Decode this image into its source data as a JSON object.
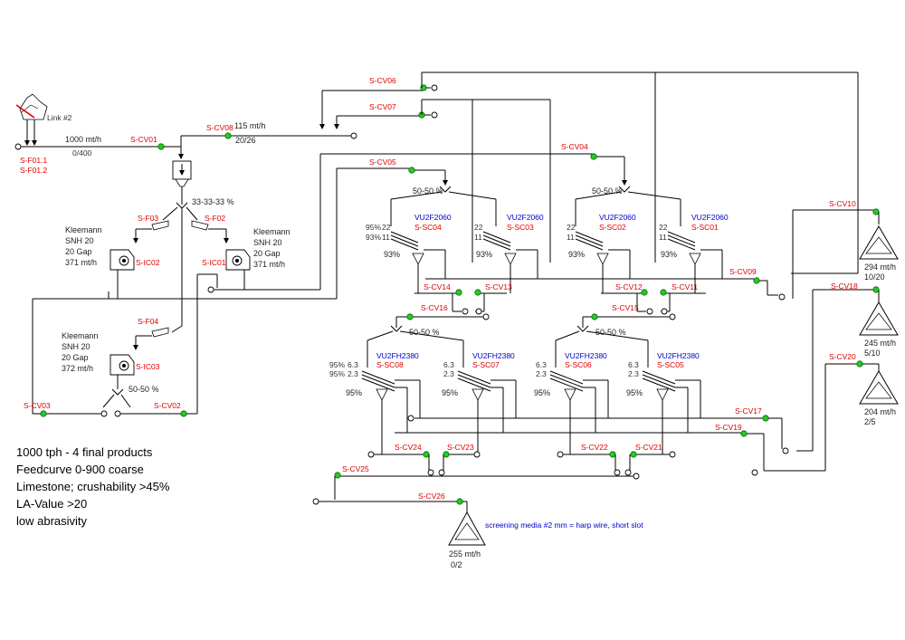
{
  "link_label": "Link #2",
  "feeders": [
    "S-F01.1",
    "S-F01.2"
  ],
  "feed": {
    "rate": "1000 mt/h",
    "size": "0/400"
  },
  "conveyors": {
    "cv01": "S-CV01",
    "cv02": "S-CV02",
    "cv03": "S-CV03",
    "cv04": "S-CV04",
    "cv05": "S-CV05",
    "cv06": "S-CV06",
    "cv07": "S-CV07",
    "cv08": "S-CV08",
    "cv09": "S-CV09",
    "cv10": "S-CV10",
    "cv11": "S-CV11",
    "cv12": "S-CV12",
    "cv13": "S-CV13",
    "cv14": "S-CV14",
    "cv15": "S-CV15",
    "cv16": "S-CV16",
    "cv17": "S-CV17",
    "cv18": "S-CV18",
    "cv19": "S-CV19",
    "cv20": "S-CV20",
    "cv21": "S-CV21",
    "cv22": "S-CV22",
    "cv23": "S-CV23",
    "cv24": "S-CV24",
    "cv25": "S-CV25",
    "cv26": "S-CV26"
  },
  "cv08_flow": {
    "rate": "115 mt/h",
    "size": "20/26"
  },
  "splitter_top": "33-33-33 %",
  "feeders_2": [
    "S-F03",
    "S-F02",
    "S-F04"
  ],
  "crushers": [
    {
      "id": "S-IC02",
      "lines": [
        "Kleemann",
        "SNH 20",
        "20 Gap",
        "371 mt/h"
      ]
    },
    {
      "id": "S-IC01",
      "lines": [
        "Kleemann",
        "SNH 20",
        "20 Gap",
        "371 mt/h"
      ]
    },
    {
      "id": "S-IC03",
      "lines": [
        "Kleemann",
        "SNH 20",
        "20 Gap",
        "372 mt/h"
      ]
    }
  ],
  "split_5050": "50-50 %",
  "screens_upper": [
    {
      "model": "VU2F2060",
      "id": "S-SC04",
      "pct1": "95%",
      "deck1": "22",
      "pct2": "93%",
      "deck2": "11",
      "eff": "93%"
    },
    {
      "model": "VU2F2060",
      "id": "S-SC03",
      "deck1": "22",
      "deck2": "11",
      "eff": "93%"
    },
    {
      "model": "VU2F2060",
      "id": "S-SC02",
      "deck1": "22",
      "deck2": "11",
      "eff": "93%"
    },
    {
      "model": "VU2F2060",
      "id": "S-SC01",
      "deck1": "22",
      "deck2": "11",
      "eff": "93%"
    }
  ],
  "screens_lower": [
    {
      "model": "VU2FH2380",
      "id": "S-SC08",
      "pct1": "95%",
      "deck1": "6.3",
      "pct2": "95%",
      "deck2": "2.3",
      "eff": "95%"
    },
    {
      "model": "VU2FH2380",
      "id": "S-SC07",
      "deck1": "6.3",
      "deck2": "2.3",
      "eff": "95%"
    },
    {
      "model": "VU2FH2380",
      "id": "S-SC06",
      "deck1": "6.3",
      "deck2": "2.3",
      "eff": "95%"
    },
    {
      "model": "VU2FH2380",
      "id": "S-SC05",
      "deck1": "6.3",
      "deck2": "2.3",
      "eff": "95%"
    }
  ],
  "products": [
    {
      "rate": "294 mt/h",
      "size": "10/20"
    },
    {
      "rate": "245 mt/h",
      "size": "5/10"
    },
    {
      "rate": "204 mt/h",
      "size": "2/5"
    },
    {
      "rate": "255 mt/h",
      "size": "0/2"
    }
  ],
  "screening_note": "screening media #2 mm = harp wire, short slot",
  "notes": [
    "1000 tph - 4 final products",
    "Feedcurve 0-900 coarse",
    "Limestone; crushability >45%",
    "LA-Value >20",
    "low abrasivity"
  ],
  "colors": {
    "label": "#e00000",
    "model": "#0000cc",
    "dot": "#22cc22"
  }
}
